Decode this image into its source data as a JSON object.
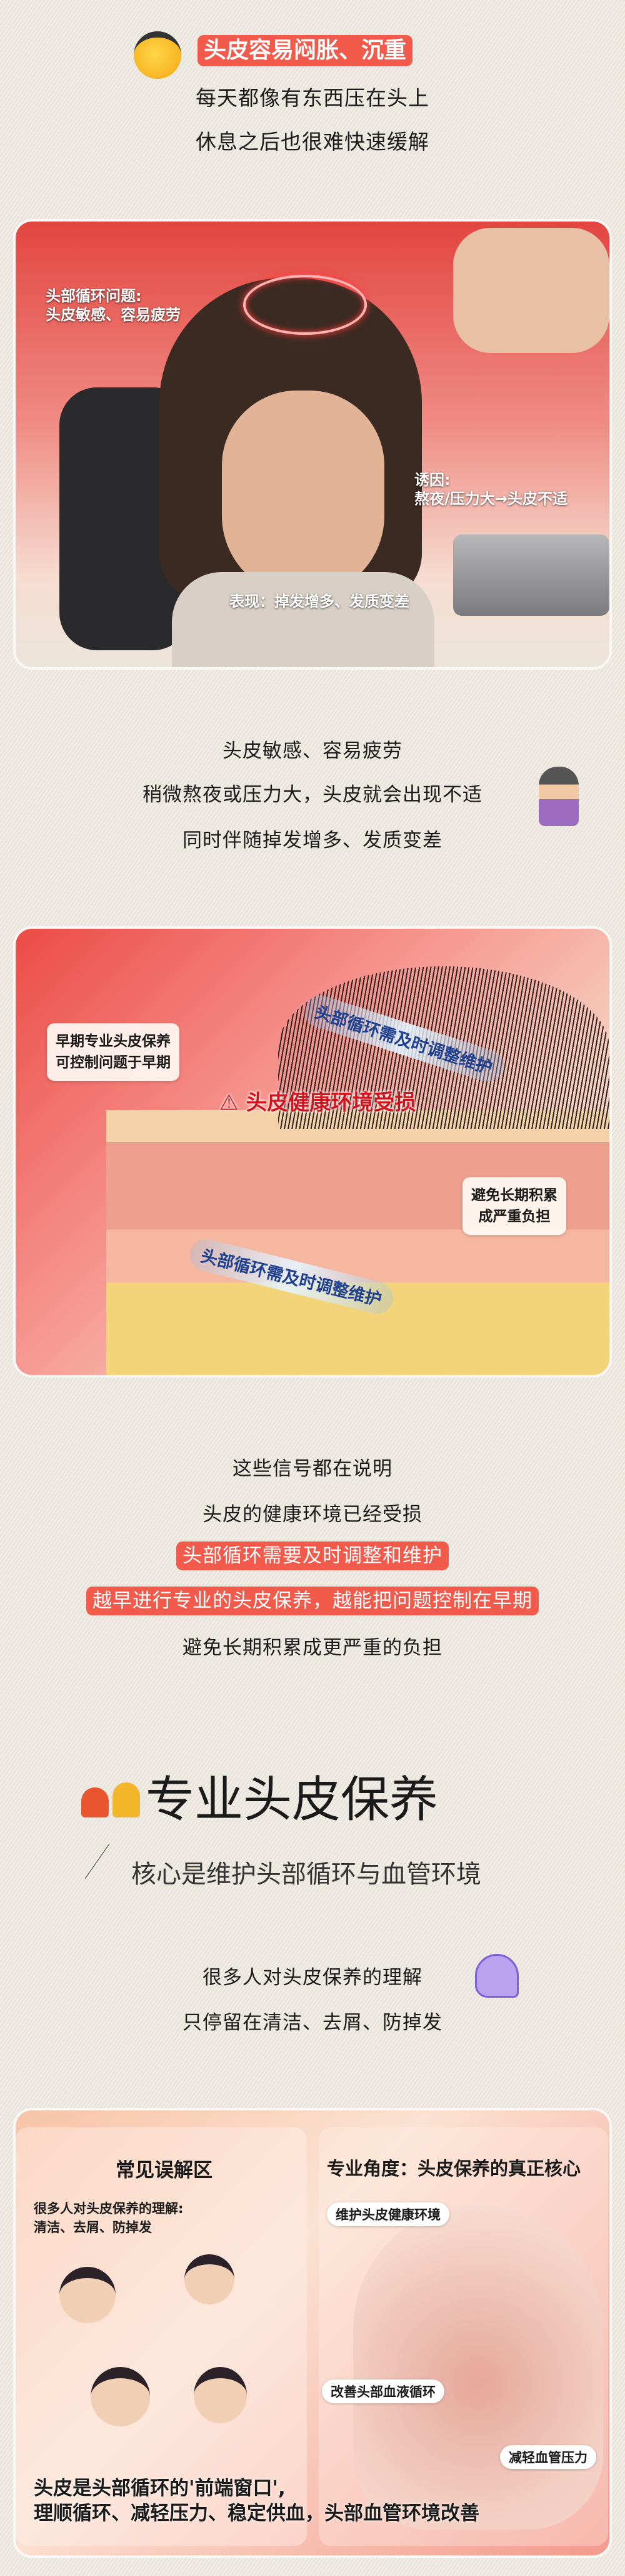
{
  "section1": {
    "badge": "头皮容易闷胀、沉重",
    "lines": [
      "每天都像有东西压在头上",
      "休息之后也很难快速缓解"
    ]
  },
  "image1": {
    "label_problem": [
      "头部循环问题:",
      "头皮敏感、容易疲劳"
    ],
    "label_cause": [
      "诱因:",
      "熬夜/压力大→头皮不适"
    ],
    "label_symptom": "表现：掉发增多、发质变差"
  },
  "section2": {
    "lines": [
      "头皮敏感、容易疲劳",
      "稍微熬夜或压力大，头皮就会出现不适",
      "同时伴随掉发增多、发质变差"
    ]
  },
  "image2": {
    "box_left": [
      "早期专业头皮保养",
      "可控制问题于早期"
    ],
    "arc_top": "头部循环需及时调整维护",
    "warning": "头皮健康环境受损",
    "box_right": [
      "避免长期积累",
      "成严重负担"
    ],
    "arc_bottom": "头部循环需及时调整维护"
  },
  "section3": {
    "lines": [
      "这些信号都在说明",
      "头皮的健康环境已经受损"
    ],
    "highlights": [
      "头部循环需要及时调整和维护",
      "越早进行专业的头皮保养，越能把问题控制在早期"
    ],
    "last": "避免长期积累成更严重的负担"
  },
  "section4": {
    "title": "专业头皮保养",
    "subtitle": "核心是维护头部循环与血管环境",
    "lines": [
      "很多人对头皮保养的理解",
      "只停留在清洁、去屑、防掉发"
    ]
  },
  "image3": {
    "left_title": "常见误解区",
    "left_text": [
      "很多人对头皮保养的理解:",
      "清洁、去屑、防掉发"
    ],
    "right_title": "专业角度：头皮保养的真正核心",
    "pill1": "维护头皮健康环境",
    "pill2": "改善头部血液循环",
    "pill3": "减轻血管压力",
    "bottom": [
      "头皮是头部循环的'前端窗口',",
      "理顺循环、减轻压力、稳定供血，头部血管环境改善"
    ]
  },
  "colors": {
    "highlight": "#f25a4c",
    "background": "#eeeae1"
  }
}
